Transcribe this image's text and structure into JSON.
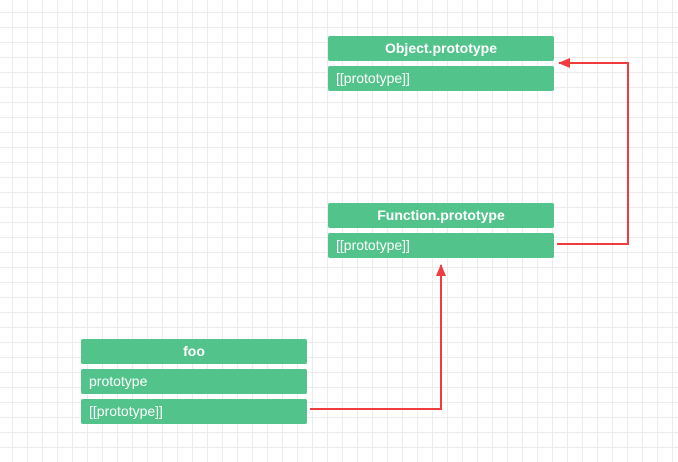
{
  "nodes": {
    "object_prototype": {
      "title": "Object.prototype",
      "fields": [
        "[[prototype]]"
      ]
    },
    "function_prototype": {
      "title": "Function.prototype",
      "fields": [
        "[[prototype]]"
      ]
    },
    "foo": {
      "title": "foo",
      "fields": [
        "prototype",
        "[[prototype]]"
      ]
    }
  },
  "colors": {
    "node_fill": "#52c48b",
    "node_text": "#ffffff",
    "arrow": "#f03c3c",
    "grid": "#ececec"
  },
  "edges": [
    {
      "from": "foo.[[prototype]]",
      "to": "Function.prototype"
    },
    {
      "from": "Function.prototype.[[prototype]]",
      "to": "Object.prototype"
    }
  ]
}
